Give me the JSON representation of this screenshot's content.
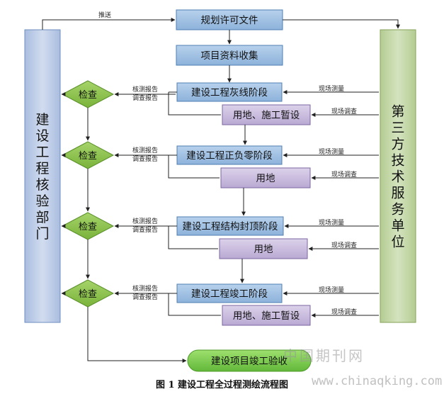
{
  "diagram": {
    "left_column": "建设工程核验部门",
    "right_column": "第三方技术服务单位",
    "top_arrow_label": "推送",
    "top_boxes": [
      "规划许可文件",
      "项目资料收集"
    ],
    "stages": [
      {
        "title": "建设工程灰线阶段",
        "sub": "用地、施工暂设"
      },
      {
        "title": "建设工程正负零阶段",
        "sub": "用地"
      },
      {
        "title": "建设工程结构封顶阶段",
        "sub": "用地"
      },
      {
        "title": "建设工程竣工阶段",
        "sub": "用地、施工暂设"
      }
    ],
    "check_label": "检查",
    "report_line1": "核测报告",
    "report_line2": "调查报告",
    "measure_label": "现场测量",
    "survey_label": "现场调查",
    "final_box": "建设项目竣工验收"
  },
  "caption": "图 1  建设工程全过程测绘流程图",
  "watermark_cn": "中国期刊网",
  "watermark_url": "www.chinaqking.com",
  "colors": {
    "blue_fill": "#9fc0e2",
    "blue_stroke": "#4f7fb2",
    "purple_fill": "#c9bcdd",
    "purple_stroke": "#7b67a3",
    "side_left_fill": "#bfcde6",
    "side_right_fill": "#c7d9ae",
    "diamond_fill": "#8fc44d",
    "final_fill": "#80cd53"
  }
}
